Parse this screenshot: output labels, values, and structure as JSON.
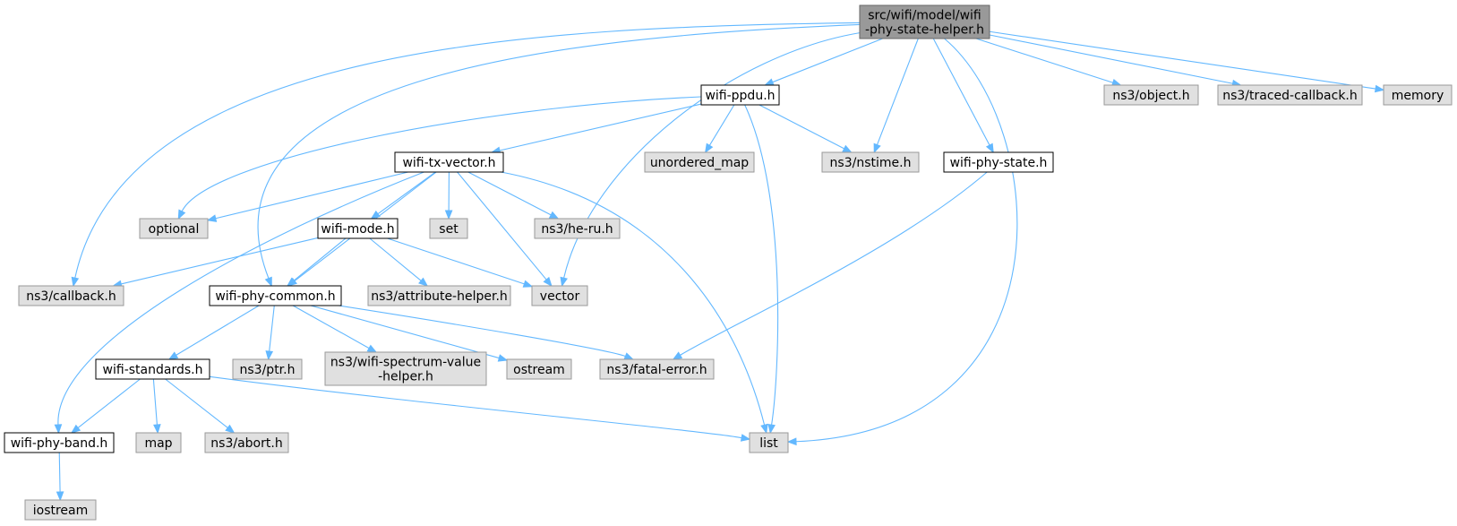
{
  "colors": {
    "root_fill": "#999999",
    "root_stroke": "#666666",
    "local_fill": "#ffffff",
    "local_stroke": "#000000",
    "system_fill": "#e0e0e0",
    "system_stroke": "#999999",
    "edge": "#63b8ff"
  },
  "nodes": [
    {
      "id": "root",
      "kind": "root",
      "lines": [
        "src/wifi/model/wifi",
        "-phy-state-helper.h"
      ]
    },
    {
      "id": "wifi-ppdu",
      "kind": "local",
      "lines": [
        "wifi-ppdu.h"
      ]
    },
    {
      "id": "ns3-object",
      "kind": "system",
      "lines": [
        "ns3/object.h"
      ]
    },
    {
      "id": "ns3-traced-callback",
      "kind": "system",
      "lines": [
        "ns3/traced-callback.h"
      ]
    },
    {
      "id": "memory",
      "kind": "system",
      "lines": [
        "memory"
      ]
    },
    {
      "id": "wifi-tx-vector",
      "kind": "local",
      "lines": [
        "wifi-tx-vector.h"
      ]
    },
    {
      "id": "unordered-map",
      "kind": "system",
      "lines": [
        "unordered_map"
      ]
    },
    {
      "id": "ns3-nstime",
      "kind": "system",
      "lines": [
        "ns3/nstime.h"
      ]
    },
    {
      "id": "wifi-phy-state",
      "kind": "local",
      "lines": [
        "wifi-phy-state.h"
      ]
    },
    {
      "id": "optional",
      "kind": "system",
      "lines": [
        "optional"
      ]
    },
    {
      "id": "wifi-mode",
      "kind": "local",
      "lines": [
        "wifi-mode.h"
      ]
    },
    {
      "id": "set",
      "kind": "system",
      "lines": [
        "set"
      ]
    },
    {
      "id": "ns3-he-ru",
      "kind": "system",
      "lines": [
        "ns3/he-ru.h"
      ]
    },
    {
      "id": "ns3-callback",
      "kind": "system",
      "lines": [
        "ns3/callback.h"
      ]
    },
    {
      "id": "wifi-phy-common",
      "kind": "local",
      "lines": [
        "wifi-phy-common.h"
      ]
    },
    {
      "id": "ns3-attribute-helper",
      "kind": "system",
      "lines": [
        "ns3/attribute-helper.h"
      ]
    },
    {
      "id": "vector",
      "kind": "system",
      "lines": [
        "vector"
      ]
    },
    {
      "id": "wifi-standards",
      "kind": "local",
      "lines": [
        "wifi-standards.h"
      ]
    },
    {
      "id": "ns3-ptr",
      "kind": "system",
      "lines": [
        "ns3/ptr.h"
      ]
    },
    {
      "id": "ns3-wifi-spectrum-value-helper",
      "kind": "system",
      "lines": [
        "ns3/wifi-spectrum-value",
        "-helper.h"
      ]
    },
    {
      "id": "ostream",
      "kind": "system",
      "lines": [
        "ostream"
      ]
    },
    {
      "id": "ns3-fatal-error",
      "kind": "system",
      "lines": [
        "ns3/fatal-error.h"
      ]
    },
    {
      "id": "wifi-phy-band",
      "kind": "local",
      "lines": [
        "wifi-phy-band.h"
      ]
    },
    {
      "id": "map",
      "kind": "system",
      "lines": [
        "map"
      ]
    },
    {
      "id": "ns3-abort",
      "kind": "system",
      "lines": [
        "ns3/abort.h"
      ]
    },
    {
      "id": "list",
      "kind": "system",
      "lines": [
        "list"
      ]
    },
    {
      "id": "iostream",
      "kind": "system",
      "lines": [
        "iostream"
      ]
    }
  ],
  "edges": [
    [
      "root",
      "wifi-ppdu"
    ],
    [
      "root",
      "ns3-object"
    ],
    [
      "root",
      "ns3-traced-callback"
    ],
    [
      "root",
      "memory"
    ],
    [
      "root",
      "ns3-nstime"
    ],
    [
      "root",
      "wifi-phy-state"
    ],
    [
      "root",
      "list"
    ],
    [
      "root",
      "vector"
    ],
    [
      "root",
      "wifi-phy-common"
    ],
    [
      "root",
      "ns3-callback"
    ],
    [
      "wifi-ppdu",
      "wifi-tx-vector"
    ],
    [
      "wifi-ppdu",
      "unordered-map"
    ],
    [
      "wifi-ppdu",
      "ns3-nstime"
    ],
    [
      "wifi-ppdu",
      "optional"
    ],
    [
      "wifi-ppdu",
      "list"
    ],
    [
      "wifi-phy-state",
      "ns3-fatal-error"
    ],
    [
      "wifi-tx-vector",
      "optional"
    ],
    [
      "wifi-tx-vector",
      "wifi-mode"
    ],
    [
      "wifi-tx-vector",
      "set"
    ],
    [
      "wifi-tx-vector",
      "ns3-he-ru"
    ],
    [
      "wifi-tx-vector",
      "vector"
    ],
    [
      "wifi-tx-vector",
      "list"
    ],
    [
      "wifi-tx-vector",
      "wifi-phy-common"
    ],
    [
      "wifi-tx-vector",
      "wifi-phy-band"
    ],
    [
      "wifi-mode",
      "ns3-callback"
    ],
    [
      "wifi-mode",
      "wifi-phy-common"
    ],
    [
      "wifi-mode",
      "ns3-attribute-helper"
    ],
    [
      "wifi-mode",
      "vector"
    ],
    [
      "wifi-phy-common",
      "wifi-standards"
    ],
    [
      "wifi-phy-common",
      "ns3-ptr"
    ],
    [
      "wifi-phy-common",
      "ns3-wifi-spectrum-value-helper"
    ],
    [
      "wifi-phy-common",
      "ostream"
    ],
    [
      "wifi-phy-common",
      "ns3-fatal-error"
    ],
    [
      "wifi-standards",
      "wifi-phy-band"
    ],
    [
      "wifi-standards",
      "map"
    ],
    [
      "wifi-standards",
      "ns3-abort"
    ],
    [
      "wifi-standards",
      "list"
    ],
    [
      "wifi-phy-band",
      "iostream"
    ]
  ]
}
